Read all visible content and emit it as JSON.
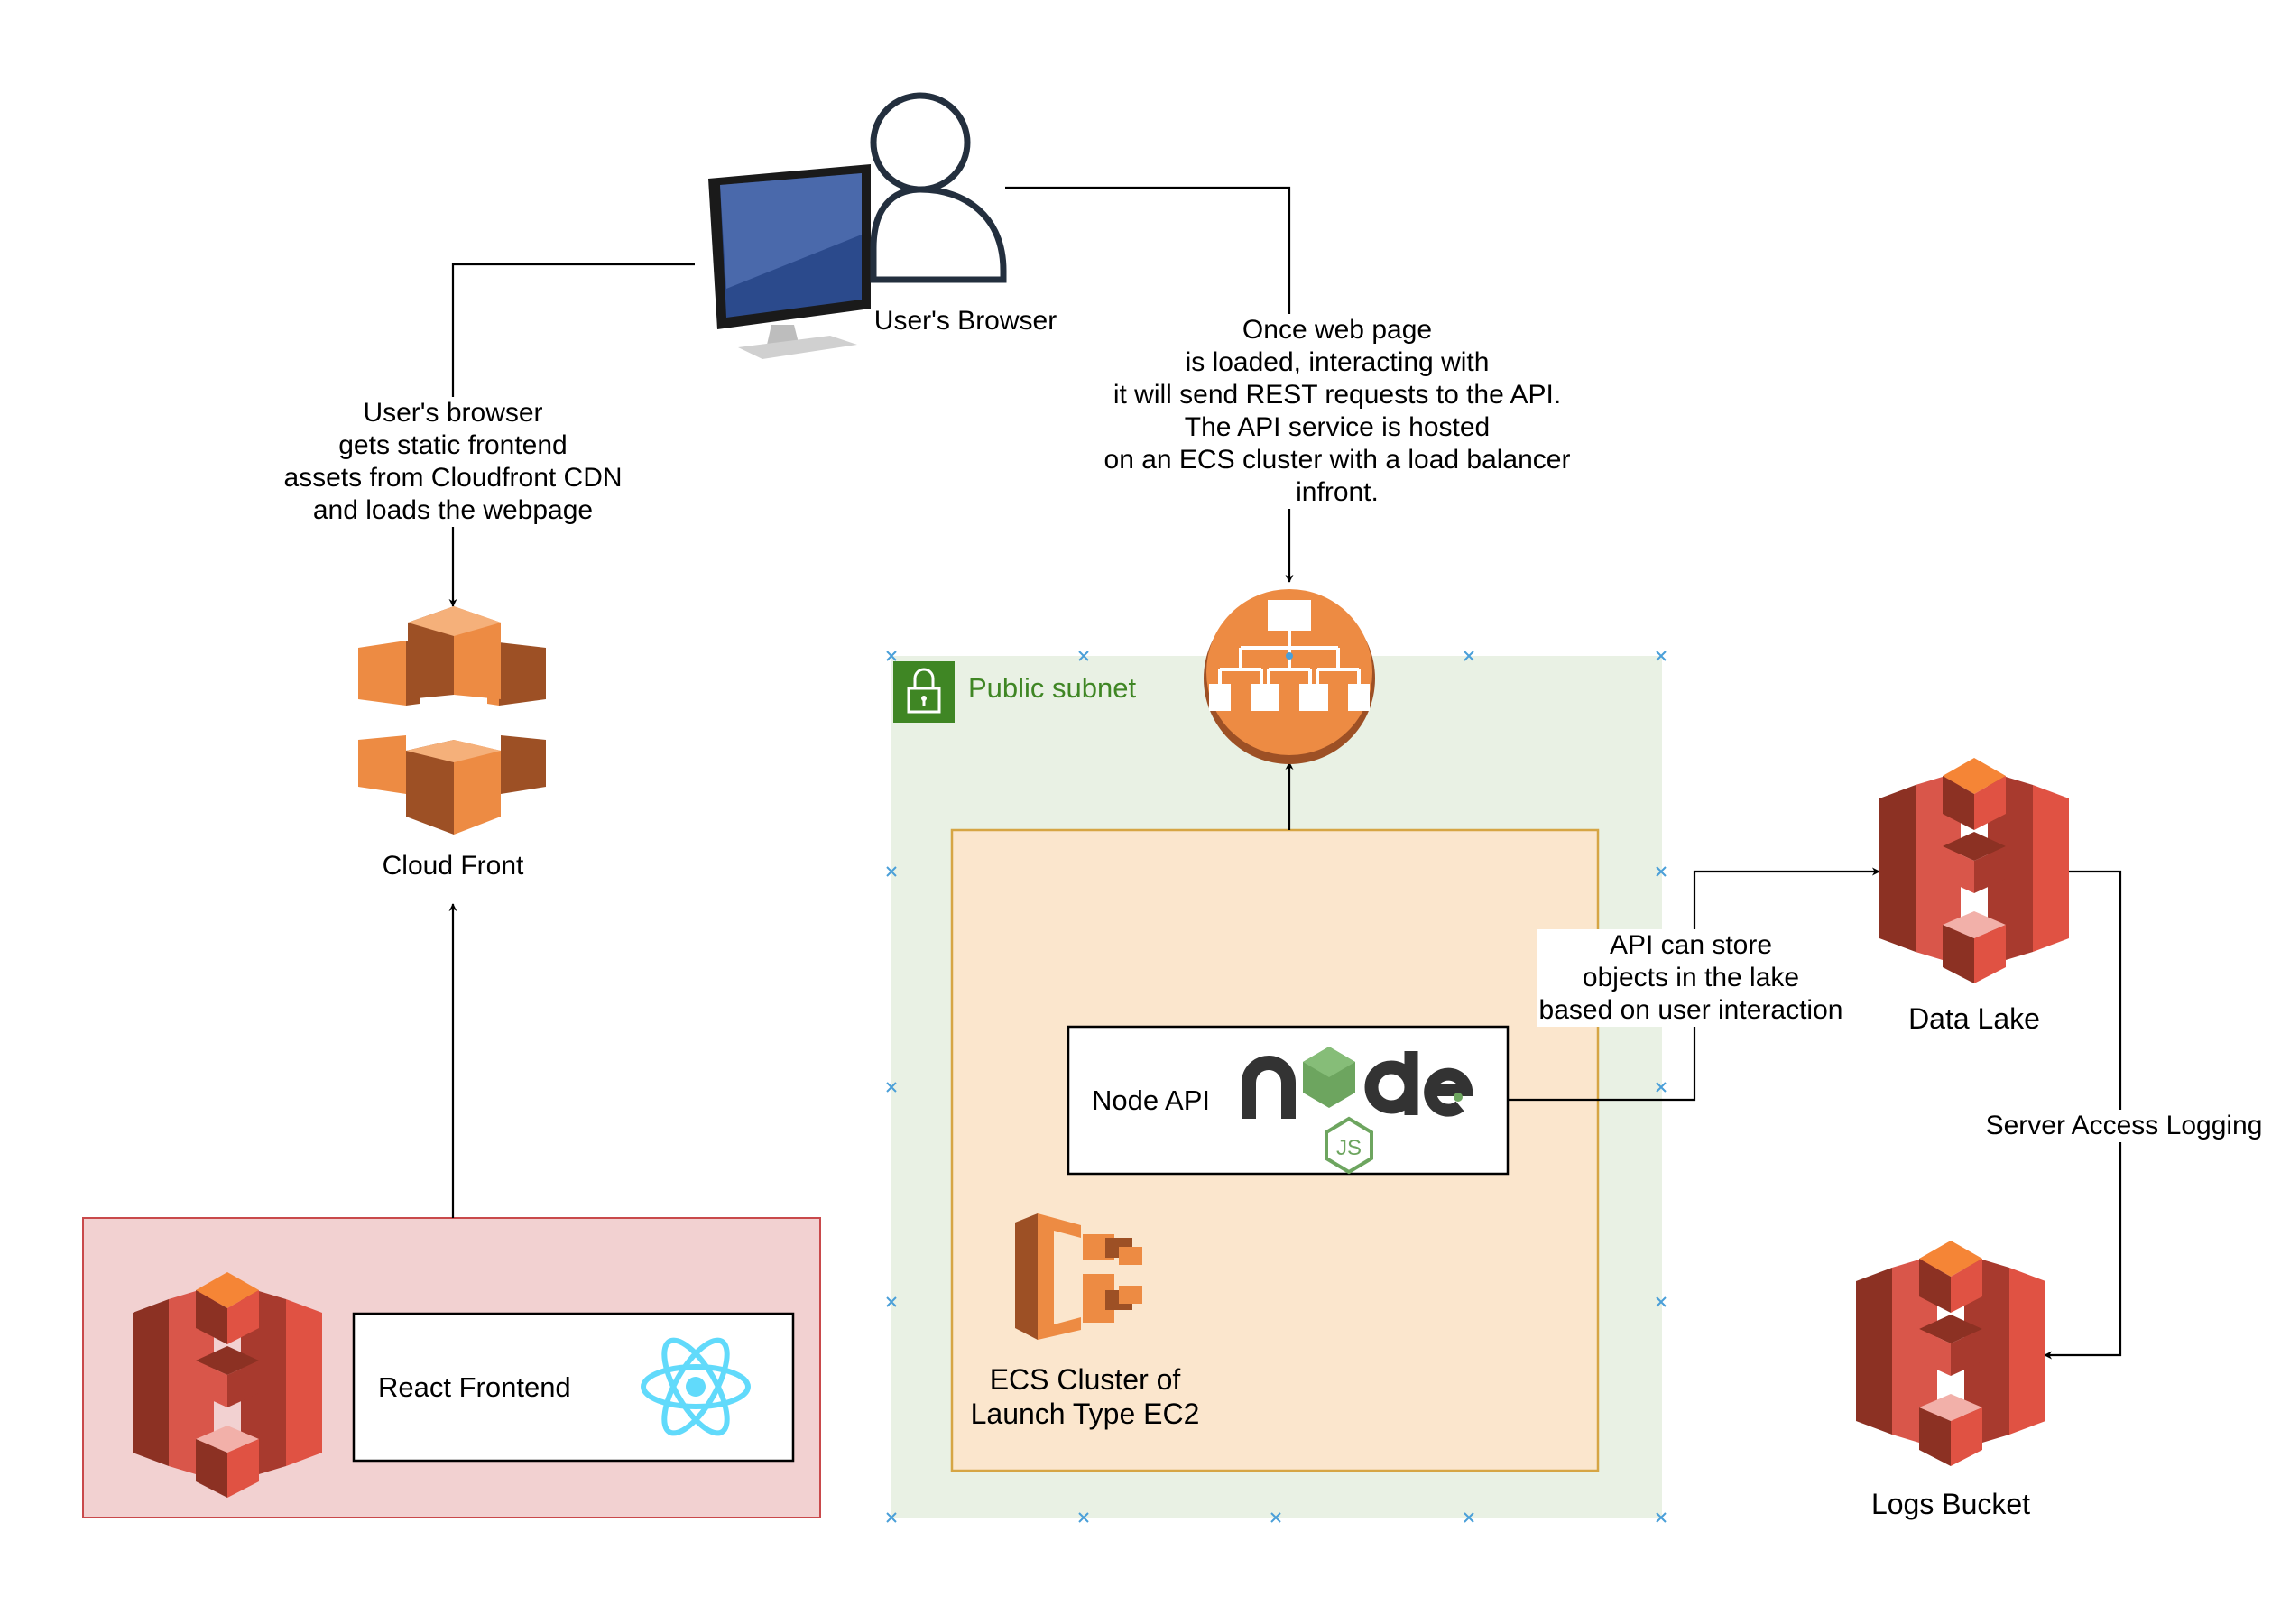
{
  "nodes": {
    "users_browser": "User's Browser",
    "cloud_front": "Cloud Front",
    "public_subnet": "Public subnet",
    "node_api": "Node API",
    "react_frontend": "React Frontend",
    "ecs_cluster": "ECS Cluster of\nLaunch Type EC2",
    "data_lake": "Data Lake",
    "logs_bucket": "Logs Bucket"
  },
  "edges": {
    "browser_to_cloudfront": "User's browser\ngets static frontend\nassets from Cloudfront CDN\nand loads the webpage",
    "browser_to_api": "Once web page\nis loaded, interacting with\nit will send REST requests to the API.\nThe API service is hosted\non an ECS cluster with a load balancer\ninfront.",
    "api_to_datalake": "API can store\nobjects in the lake\nbased on user interaction",
    "datalake_to_logs": "Server Access Logging"
  },
  "colors": {
    "aws_orange": "#ED8B43",
    "s3_red": "#D9564A",
    "subnet_green": "#3F8624",
    "subnet_fill": "#E9F1E4",
    "cluster_fill": "#FBE6CD",
    "cluster_border": "#D6A544",
    "frontend_fill": "#F2D1D1",
    "frontend_border": "#C9494B",
    "react_blue": "#61DAFB",
    "node_green": "#6DA55F"
  },
  "icons": [
    "user-icon",
    "monitor-icon",
    "cloudfront-icon",
    "load-balancer-icon",
    "lock-icon",
    "s3-bucket-icon",
    "react-icon",
    "nodejs-icon",
    "ecs-icon"
  ]
}
